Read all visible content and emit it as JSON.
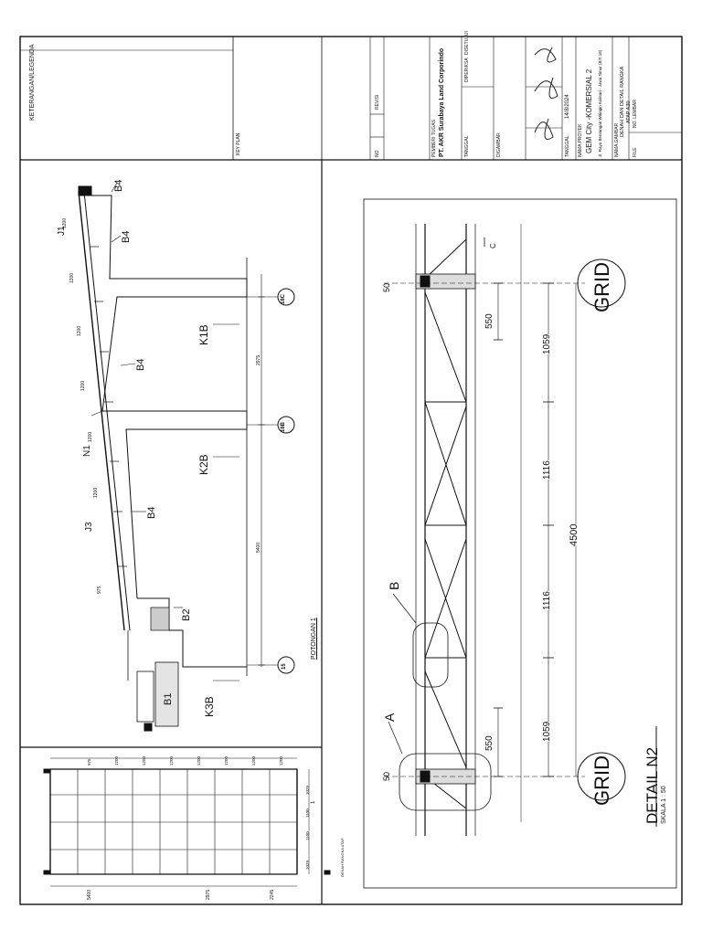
{
  "sheet": {
    "legend_header": "KETERANGAN/LEGENDA",
    "key_plan_label": "KEY PLAN"
  },
  "title_block": {
    "company": "PT. AKR Surabaya Land Corporindo",
    "project": "GEM City -KOMERSIAL 2",
    "address": "Jl. Raya Bentangan Wiringin Kalisari - Jawa Timur (BIT 18)",
    "drawing_title_1": "DENAH DAN DETAIL RANGKA",
    "drawing_title_2": "ATAP A30",
    "date": "14/8/2024",
    "labels": {
      "no": "NO",
      "revisi": "REVISI",
      "tanggal": "TANGGAL",
      "diperiksa": "DIPERIKSA",
      "disetujui": "DISETUJUI",
      "digambar": "DIGAMBAR",
      "nama_proyek": "NAMA PROYEK",
      "nama_gambar": "NAMA GAMBAR",
      "file": "FILE",
      "no_lembar": "NO. LEMBAR",
      "pemberi_tugas": "PEMBERI TUGAS"
    }
  },
  "section": {
    "title": "POTONGAN 1",
    "labels": {
      "b4_1": "B4",
      "b4_2": "B4",
      "b4_3": "B4",
      "b4_4": "B4",
      "b2": "B2",
      "b1": "B1",
      "k1b": "K1B",
      "k2b": "K2B",
      "k3b": "K3B",
      "n1": "N1",
      "j1": "J1",
      "j3": "J3"
    },
    "grids": [
      "16C",
      "16B",
      "15"
    ],
    "dims": {
      "d1200_1": "1200",
      "d1200_2": "1200",
      "d1200_3": "1200",
      "d1200_4": "1200",
      "d1200_5": "1200",
      "d1200_6": "1200",
      "d975": "975",
      "d2975": "2975",
      "d5400": "5400"
    }
  },
  "plan": {
    "top_dims": [
      "975",
      "1200",
      "1200",
      "1200",
      "1200",
      "1200",
      "1200",
      "1200"
    ],
    "bottom_dims": [
      "5400",
      "2975",
      "2245"
    ],
    "side_dims": [
      "1029",
      "1100",
      "1100",
      "1029"
    ],
    "marker": "1",
    "caption": "DENAH RANGKA ATAP"
  },
  "detail": {
    "title": "DETAIL N2",
    "scale": "SKALA  1 : 50",
    "grid_top": "GRID",
    "grid_bottom": "GRID",
    "label_a": "A",
    "label_b": "B",
    "dim_total": "4500",
    "dims": [
      "1059",
      "1116",
      "1116",
      "1059"
    ],
    "dim_550_top": "550",
    "dim_550_bottom": "550",
    "dim_50_top": "50",
    "dim_50_bottom": "50",
    "mark_c": "C"
  }
}
